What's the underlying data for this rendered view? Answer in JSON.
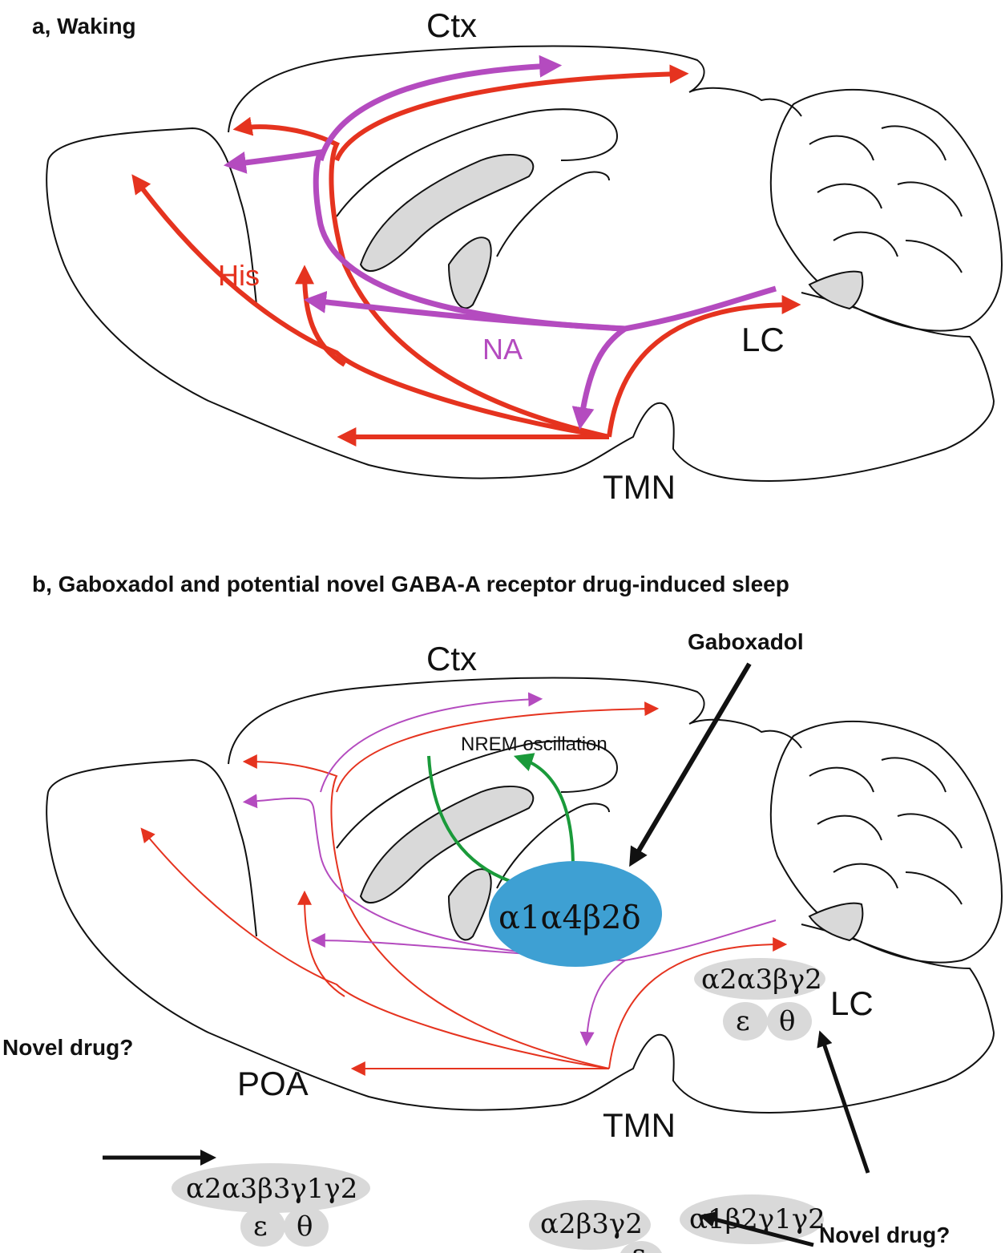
{
  "panel_a": {
    "title": "a, Waking",
    "ctx": "Ctx",
    "his": "His",
    "na": "NA",
    "lc": "LC",
    "tmn": "TMN"
  },
  "panel_b": {
    "title": "b, Gaboxadol and potential novel GABA-A receptor drug-induced sleep",
    "ctx": "Ctx",
    "gaboxadol": "Gaboxadol",
    "nrem": "NREM oscillation",
    "thalamic_receptor": "α1α4β2δ",
    "lc": "LC",
    "lc_receptor": "α2α3βγ2",
    "lc_epsilon": "ε",
    "lc_theta": "θ",
    "poa": "POA",
    "poa_receptor": "α2α3β3γ1γ2",
    "poa_epsilon": "ε",
    "poa_theta": "θ",
    "tmn": "TMN",
    "tmn_receptor_1": "α2β3γ2",
    "tmn_epsilon": "ε",
    "tmn_receptor_2": "α1β2γ1γ2",
    "novel_drug_left": "Novel drug?",
    "novel_drug_right": "Novel drug?"
  },
  "colors": {
    "histamine": "#e5331f",
    "noradrenaline": "#b44bbf",
    "nrem": "#1a9a3a",
    "thalamus_fill": "#3ea0d3",
    "receptor_fill": "#d9d9d9"
  }
}
